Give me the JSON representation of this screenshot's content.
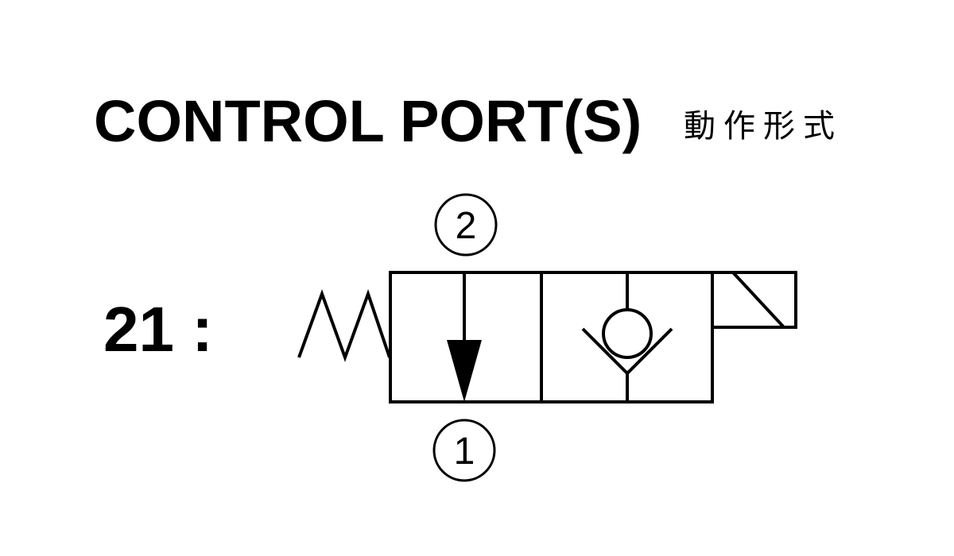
{
  "title": {
    "main": "CONTROL PORT(S)",
    "sub": "動作形式"
  },
  "valve": {
    "code": "21 :",
    "port_top": "2",
    "port_bottom": "1"
  },
  "colors": {
    "line": "#000000",
    "background": "#ffffff"
  }
}
